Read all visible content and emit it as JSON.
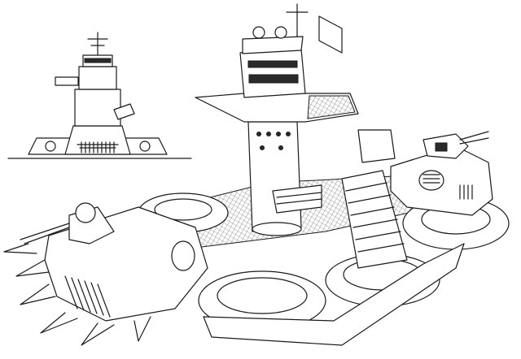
{
  "illustration": {
    "subject": "hovercraft-battleship-line-art",
    "views": [
      "front-view",
      "three-quarter-view"
    ],
    "colors": {
      "ink": "#1a1a1a",
      "paper": "#ffffff"
    }
  }
}
